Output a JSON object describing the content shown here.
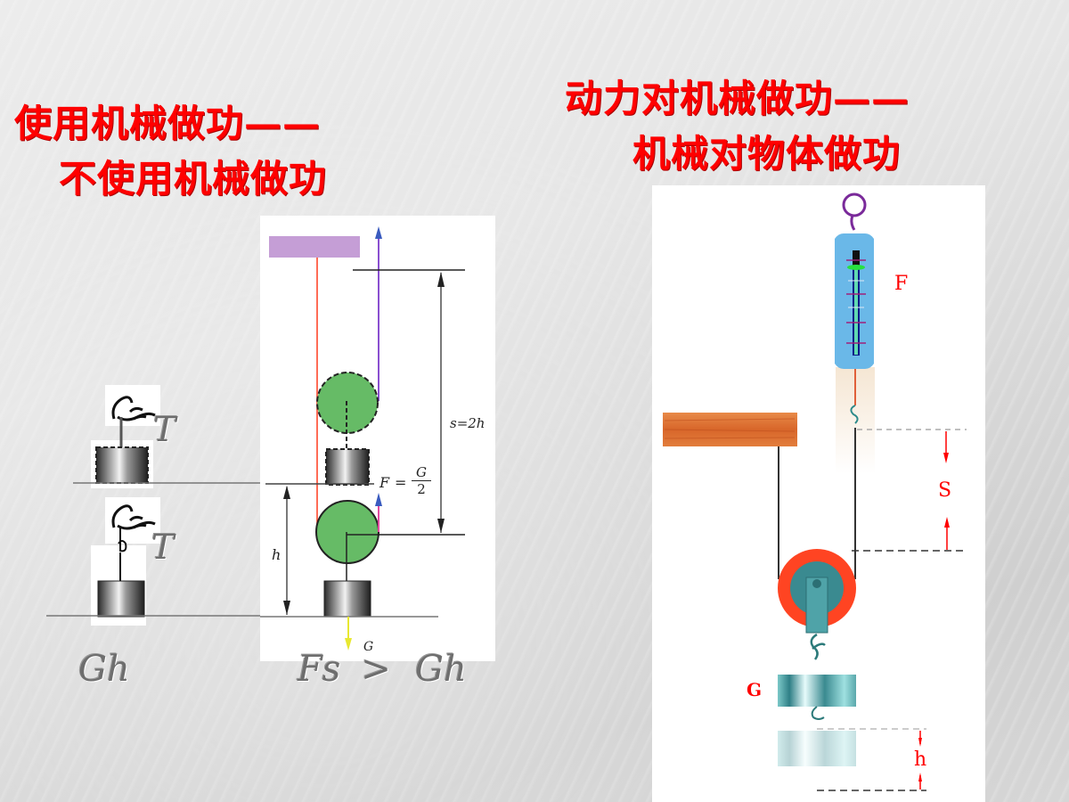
{
  "left_section": {
    "title_line1": "使用机械做功——",
    "title_line2": "不使用机械做功",
    "without_machine": {
      "force_label_top": "T",
      "force_label_bottom": "T",
      "work_label": "Gh"
    },
    "pulley_diagram": {
      "distance_s_label": "s=2h",
      "force_label": "F",
      "force_eq": "=",
      "force_numerator": "G",
      "force_denominator": "2",
      "height_label": "h",
      "weight_label": "G"
    },
    "comparison": {
      "lhs": "Fs",
      "operator": ">",
      "rhs": "Gh"
    }
  },
  "right_section": {
    "title_line1": "动力对机械做功——",
    "title_line2": "机械对物体做功",
    "diagram": {
      "force_label": "F",
      "distance_label": "S",
      "weight_label": "G",
      "height_label": "h"
    }
  },
  "colors": {
    "title_red": "#ff0000",
    "pulley_green": "#66bb66",
    "pulley_ring": "#ff4422",
    "scale_blue": "#6ab8e8",
    "wood": "#e07a3a",
    "weight_teal": "#5fb3b3"
  }
}
